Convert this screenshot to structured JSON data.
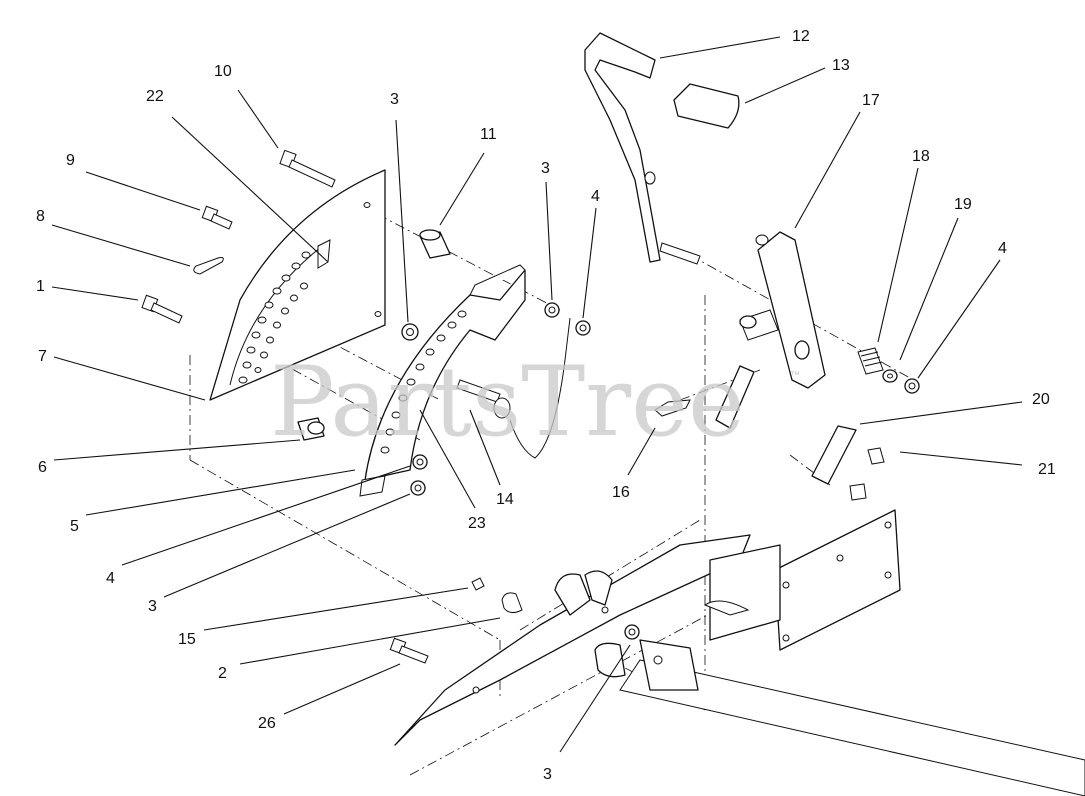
{
  "watermark": {
    "text": "PartsTree",
    "trademark": "™"
  },
  "callouts": [
    {
      "id": "c12",
      "label": "12"
    },
    {
      "id": "c13",
      "label": "13"
    },
    {
      "id": "c17",
      "label": "17"
    },
    {
      "id": "c18",
      "label": "18"
    },
    {
      "id": "c19",
      "label": "19"
    },
    {
      "id": "c4a",
      "label": "4"
    },
    {
      "id": "c20",
      "label": "20"
    },
    {
      "id": "c21",
      "label": "21"
    },
    {
      "id": "c10",
      "label": "10"
    },
    {
      "id": "c22",
      "label": "22"
    },
    {
      "id": "c3a",
      "label": "3"
    },
    {
      "id": "c11",
      "label": "11"
    },
    {
      "id": "c3b",
      "label": "3"
    },
    {
      "id": "c4b",
      "label": "4"
    },
    {
      "id": "c9",
      "label": "9"
    },
    {
      "id": "c8",
      "label": "8"
    },
    {
      "id": "c1",
      "label": "1"
    },
    {
      "id": "c7",
      "label": "7"
    },
    {
      "id": "c6",
      "label": "6"
    },
    {
      "id": "c5",
      "label": "5"
    },
    {
      "id": "c4c",
      "label": "4"
    },
    {
      "id": "c3c",
      "label": "3"
    },
    {
      "id": "c23",
      "label": "23"
    },
    {
      "id": "c14",
      "label": "14"
    },
    {
      "id": "c16",
      "label": "16"
    },
    {
      "id": "c15",
      "label": "15"
    },
    {
      "id": "c2",
      "label": "2"
    },
    {
      "id": "c26",
      "label": "26"
    },
    {
      "id": "c3d",
      "label": "3"
    }
  ]
}
